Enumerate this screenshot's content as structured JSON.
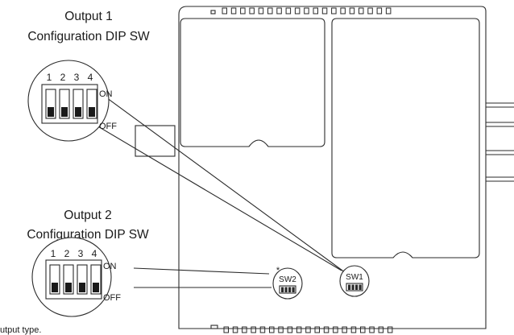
{
  "output1": {
    "title_line1": "Output 1",
    "title_line2": "Configuration DIP SW",
    "switch_numbers": [
      "1",
      "2",
      "3",
      "4"
    ],
    "on_label": "ON",
    "off_label": "OFF",
    "switch_states": [
      "OFF",
      "OFF",
      "OFF",
      "OFF"
    ]
  },
  "output2": {
    "title_line1": "Output 2",
    "title_line2": "Configuration DIP SW",
    "switch_numbers": [
      "1",
      "2",
      "3",
      "4"
    ],
    "on_label": "ON",
    "off_label": "OFF",
    "switch_states": [
      "OFF",
      "OFF",
      "OFF",
      "OFF"
    ]
  },
  "board": {
    "sw1_label": "SW1",
    "sw2_label": "SW2",
    "sw2_asterisk": "*"
  },
  "footnote": "utput type."
}
